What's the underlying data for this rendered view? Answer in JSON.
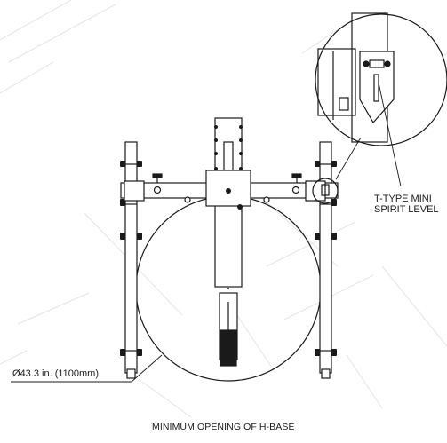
{
  "annotations": {
    "level_callout_line1": "T-TYPE MINI",
    "level_callout_line2": "SPIRIT LEVEL",
    "diameter_dimension": "Ø43.3 in. (1100mm)",
    "caption": "MINIMUM OPENING OF H-BASE"
  },
  "colors": {
    "line": "#1a1a1a",
    "watermark": "#e4e4e4"
  }
}
